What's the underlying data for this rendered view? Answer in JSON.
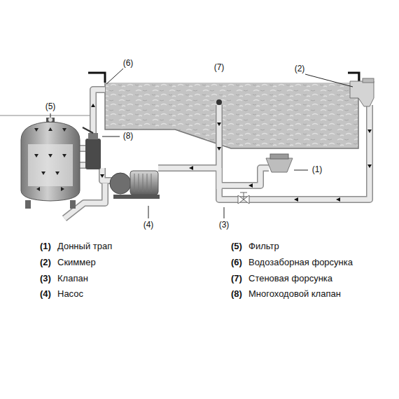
{
  "diagram": {
    "labels": [
      "(6)",
      "(7)",
      "(2)",
      "(5)",
      "(8)",
      "(1)",
      "(4)",
      "(3)",
      "(1)",
      "Донный трап",
      "(2)",
      "Скиммер",
      "(3)",
      "Клапан",
      "(4)",
      "Насос",
      "(5)",
      "Фильтр",
      "(6)",
      "Водозаборная форсунка",
      "(7)",
      "Стеновая форсунка",
      "(8)",
      "Многоходовой клапан"
    ]
  }
}
